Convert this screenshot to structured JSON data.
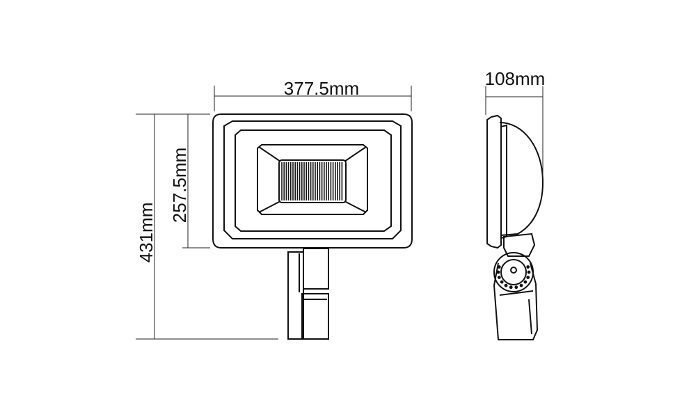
{
  "dimensions": {
    "width": "377.5mm",
    "housing_height": "257.5mm",
    "total_height": "431mm",
    "depth": "108mm"
  },
  "colors": {
    "line": "#111111",
    "background": "#ffffff"
  }
}
